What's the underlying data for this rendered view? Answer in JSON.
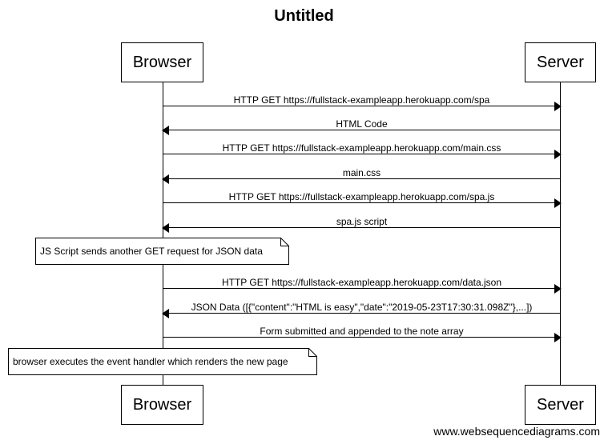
{
  "diagram": {
    "title": "Untitled",
    "participants": [
      "Browser",
      "Server"
    ],
    "messages": [
      {
        "from": "Browser",
        "to": "Server",
        "text": "HTTP GET https://fullstack-exampleapp.herokuapp.com/spa"
      },
      {
        "from": "Server",
        "to": "Browser",
        "text": "HTML Code"
      },
      {
        "from": "Browser",
        "to": "Server",
        "text": "HTTP GET https://fullstack-exampleapp.herokuapp.com/main.css"
      },
      {
        "from": "Server",
        "to": "Browser",
        "text": "main.css"
      },
      {
        "from": "Browser",
        "to": "Server",
        "text": "HTTP GET https://fullstack-exampleapp.herokuapp.com/spa.js"
      },
      {
        "from": "Server",
        "to": "Browser",
        "text": "spa.js script"
      },
      {
        "note": "JS Script sends another GET request for JSON data"
      },
      {
        "from": "Browser",
        "to": "Server",
        "text": "HTTP GET https://fullstack-exampleapp.herokuapp.com/data.json"
      },
      {
        "from": "Server",
        "to": "Browser",
        "text": "JSON Data ([{\"content\":\"HTML is easy\",\"date\":\"2019-05-23T17:30:31.098Z\"},...])"
      },
      {
        "from": "Browser",
        "to": "Server",
        "text": "Form submitted and appended to the note array"
      },
      {
        "note": "browser executes the event handler which renders the new page"
      }
    ],
    "watermark": "www.websequencediagrams.com"
  }
}
